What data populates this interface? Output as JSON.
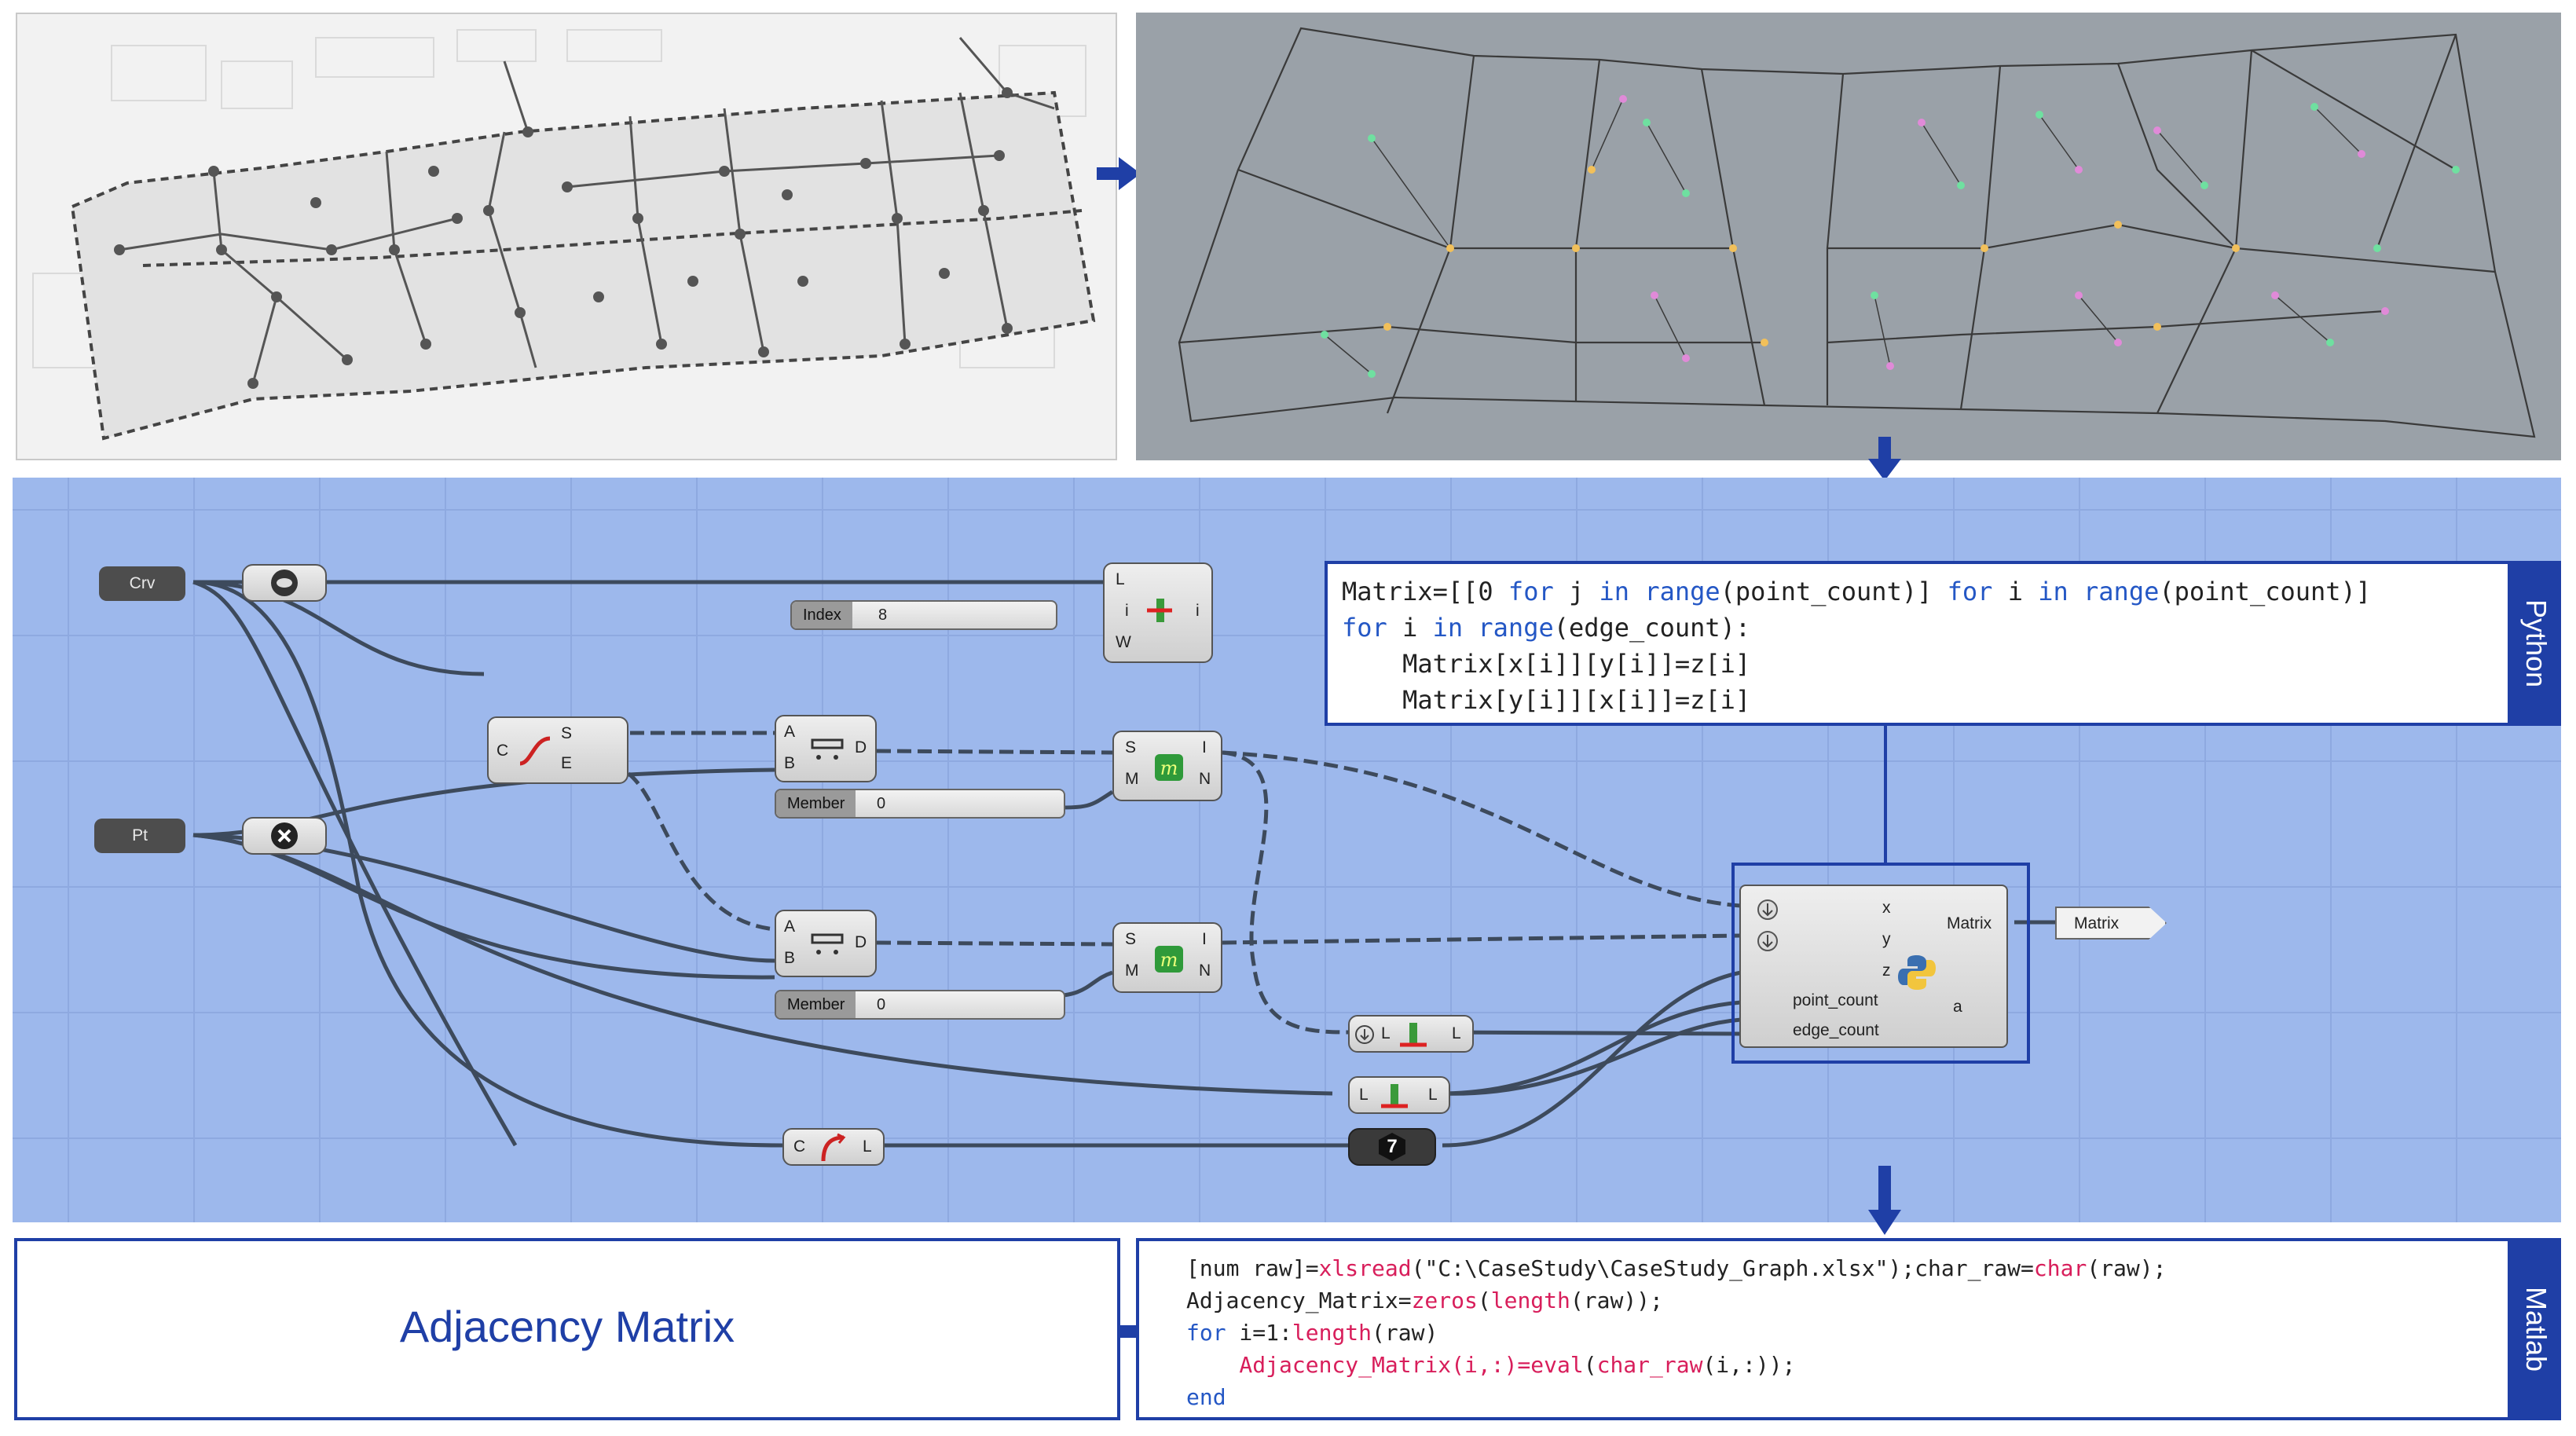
{
  "gh_canvas": {
    "params": {
      "crv": "Crv",
      "pt": "Pt",
      "matrix_out": "Matrix"
    },
    "sliders": [
      {
        "label": "Index",
        "value": "8"
      },
      {
        "label": "Member",
        "value": "0"
      },
      {
        "label": "Member",
        "value": "0"
      }
    ],
    "shift_list": {
      "inputs": [
        "L",
        "i",
        "W"
      ],
      "output": "i"
    },
    "endpoints": {
      "input": "C",
      "outputs": [
        "S",
        "E"
      ]
    },
    "closest_point_a": {
      "inputs": [
        "A",
        "B"
      ],
      "output": "D"
    },
    "closest_point_b": {
      "inputs": [
        "A",
        "B"
      ],
      "output": "D"
    },
    "member_index_a": {
      "inputs": [
        "S",
        "M"
      ],
      "outputs": [
        "I",
        "N"
      ]
    },
    "member_index_b": {
      "inputs": [
        "S",
        "M"
      ],
      "outputs": [
        "I",
        "N"
      ]
    },
    "list_length_a": {
      "input": "L",
      "output": "L"
    },
    "list_length_b": {
      "input": "L",
      "output": "L"
    },
    "curve_length": {
      "input": "C",
      "output": "L"
    },
    "python_component": {
      "inputs": [
        "x",
        "y",
        "z",
        "point_count",
        "edge_count"
      ],
      "outputs": [
        "Matrix",
        "a"
      ]
    },
    "panel_value": "7"
  },
  "python": {
    "tab_label": "Python",
    "lines": [
      [
        [
          "Matrix=[[0 ",
          "t"
        ],
        [
          "for",
          "k"
        ],
        [
          " j ",
          "t"
        ],
        [
          "in",
          "k"
        ],
        [
          " ",
          "t"
        ],
        [
          "range",
          "k"
        ],
        [
          "(point_count)] ",
          "t"
        ],
        [
          "for",
          "k"
        ],
        [
          " i ",
          "t"
        ],
        [
          "in",
          "k"
        ],
        [
          " ",
          "t"
        ],
        [
          "range",
          "k"
        ],
        [
          "(point_count)]",
          "t"
        ]
      ],
      [
        [
          "for",
          "k"
        ],
        [
          " i ",
          "t"
        ],
        [
          "in",
          "k"
        ],
        [
          " ",
          "t"
        ],
        [
          "range",
          "k"
        ],
        [
          "(edge_count):",
          "t"
        ]
      ],
      [
        [
          "    Matrix[x[i]][y[i]]=z[i]",
          "t"
        ]
      ],
      [
        [
          "    Matrix[y[i]][x[i]]=z[i]",
          "t"
        ]
      ]
    ]
  },
  "matlab": {
    "tab_label": "Matlab",
    "lines": [
      [
        [
          "[num raw]=",
          "t"
        ],
        [
          "xlsread",
          "f"
        ],
        [
          "(\"C:\\CaseStudy\\CaseStudy_Graph.xlsx\");char_raw=",
          "t"
        ],
        [
          "char",
          "f"
        ],
        [
          "(raw);",
          "t"
        ]
      ],
      [
        [
          "Adjacency_Matrix=",
          "t"
        ],
        [
          "zeros",
          "f"
        ],
        [
          "(",
          "t"
        ],
        [
          "length",
          "f"
        ],
        [
          "(raw));",
          "t"
        ]
      ],
      [
        [
          "for",
          "k"
        ],
        [
          " i=1:",
          "t"
        ],
        [
          "length",
          "f"
        ],
        [
          "(raw)",
          "t"
        ]
      ],
      [
        [
          "    Adjacency_Matrix(i,:)=",
          "f"
        ],
        [
          "eval",
          "f"
        ],
        [
          "(",
          "t"
        ],
        [
          "char_raw",
          "f"
        ],
        [
          "(i,:));",
          "t"
        ]
      ],
      [
        [
          "end",
          "k"
        ]
      ]
    ]
  },
  "result": {
    "title": "Adjacency Matrix"
  },
  "colors": {
    "accent": "#1f3fa6",
    "canvas": "#9db8ec",
    "keyword": "#2457c5",
    "function": "#d81e5b"
  }
}
